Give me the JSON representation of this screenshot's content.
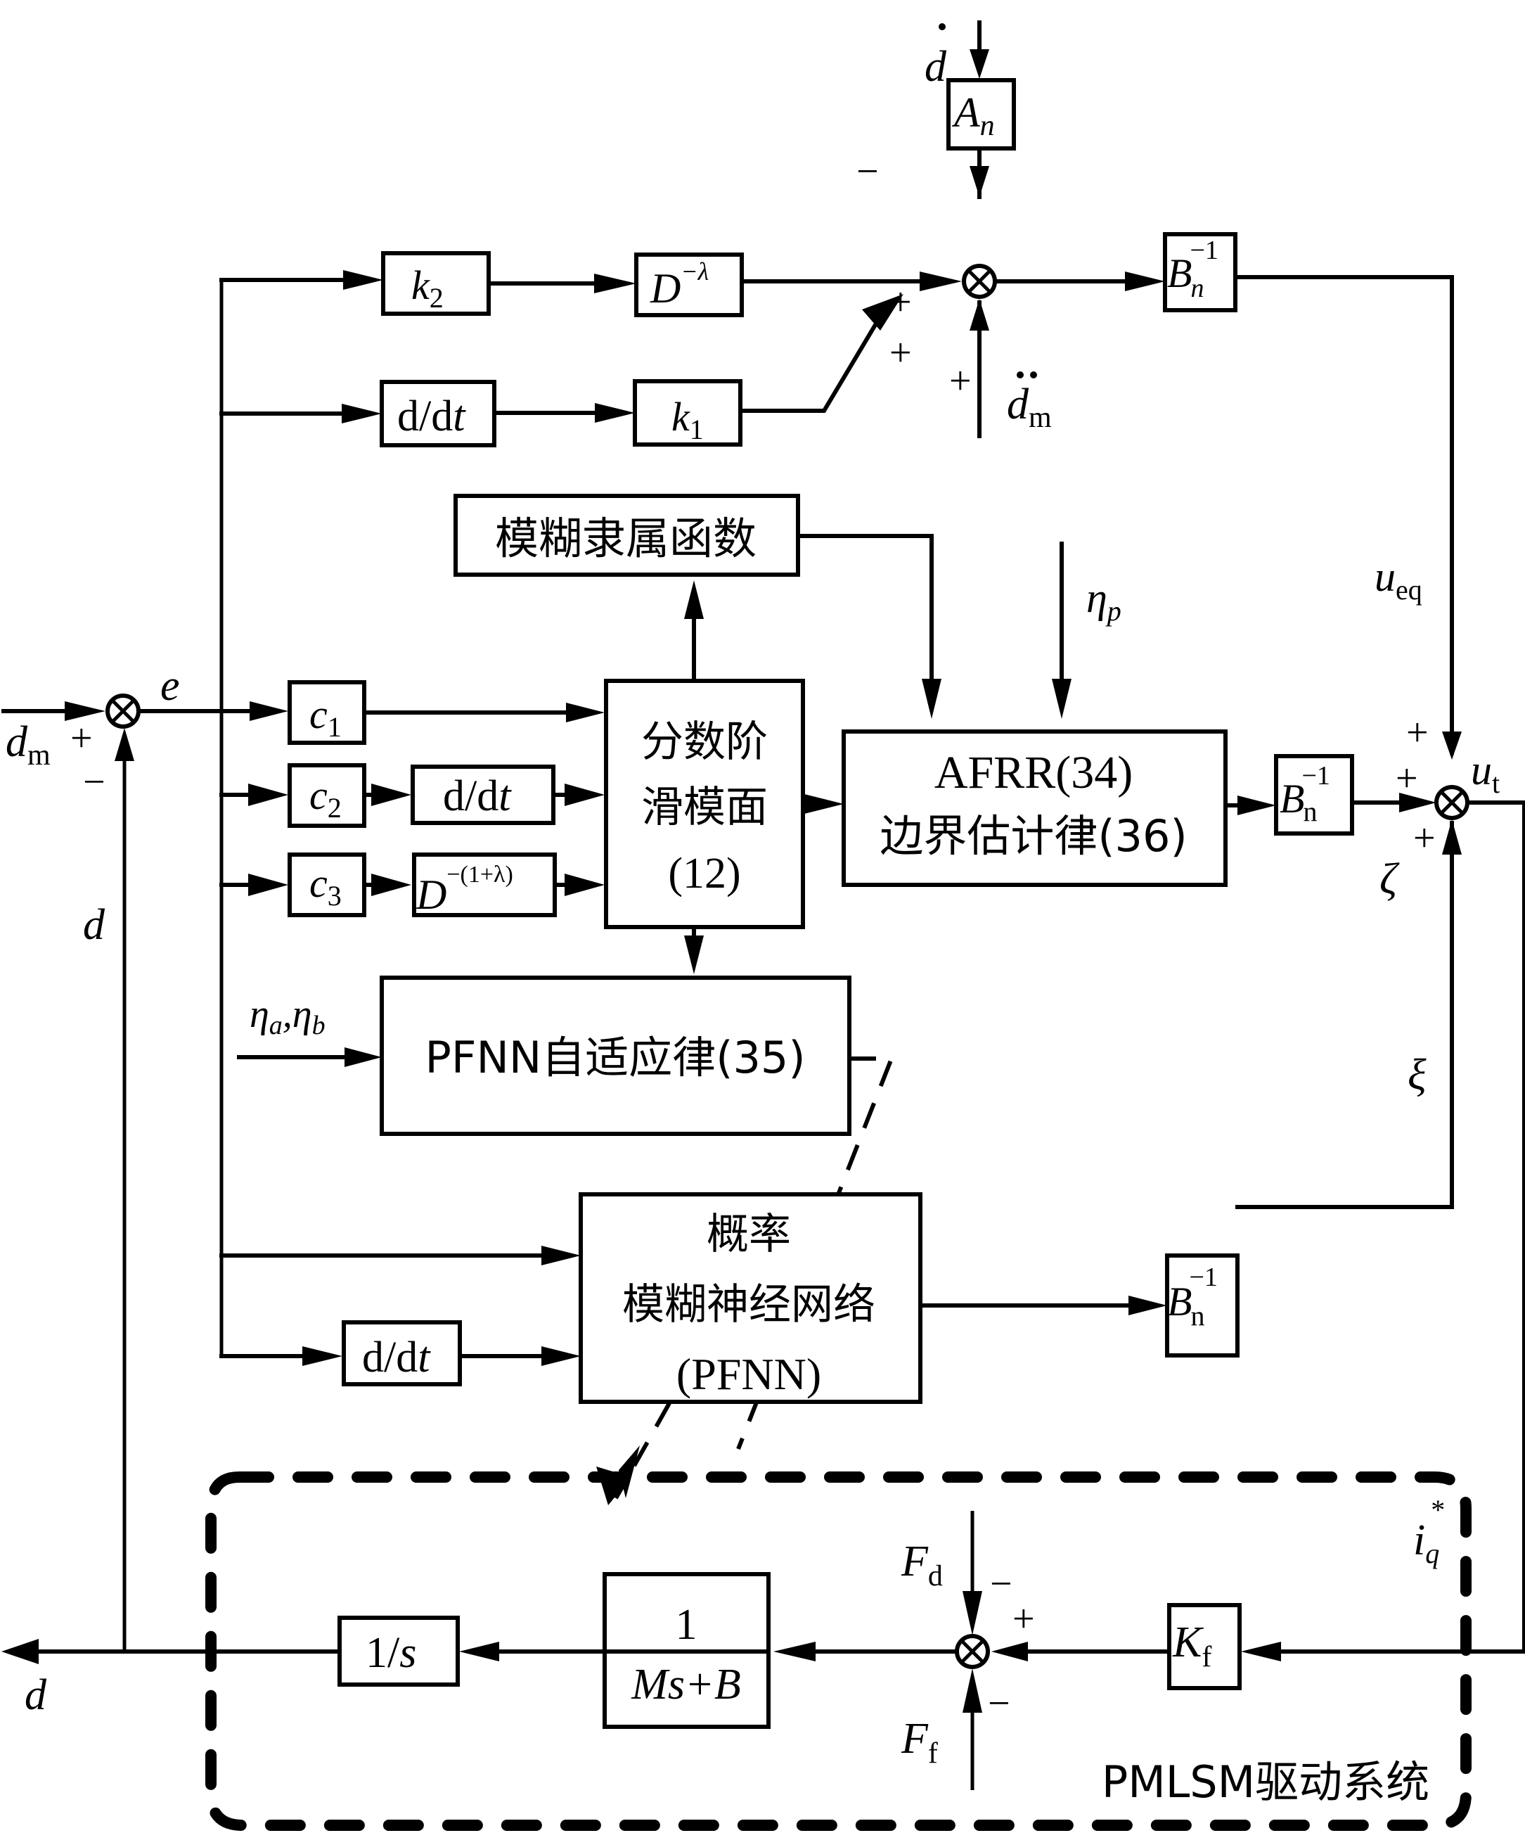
{
  "diagram": {
    "title": "PFNN-based fractional-order sliding mode control block diagram",
    "colors": {
      "stroke": "#000000",
      "background": "#ffffff"
    },
    "blocks": {
      "k2": {
        "main": "k",
        "sub": "2"
      },
      "d_neg_lambda": {
        "main": "D",
        "sup": "−λ"
      },
      "ddt_top": {
        "label": "d/d",
        "italic": "t"
      },
      "k1": {
        "main": "k",
        "sub": "1"
      },
      "An": {
        "main": "A",
        "sub": "n"
      },
      "Bn_top": {
        "main": "B",
        "sub": "n",
        "sup": "−1"
      },
      "fuzzy_membership": {
        "label": "模糊隶属函数"
      },
      "c1": {
        "main": "c",
        "sub": "1"
      },
      "c2": {
        "main": "c",
        "sub": "2"
      },
      "c3": {
        "main": "c",
        "sub": "3"
      },
      "ddt_mid": {
        "label": "d/d",
        "italic": "t"
      },
      "d_frac": {
        "main": "D",
        "sup": "−(1+λ)"
      },
      "fo_sliding_surface": {
        "line1": "分数阶",
        "line2": "滑模面",
        "line3": "(12)"
      },
      "afrr": {
        "line1": "AFRR(34)",
        "line2": "边界估计律(36)"
      },
      "Bn_mid": {
        "main": "B",
        "sub": "n",
        "sup": "−1"
      },
      "pfnn_adapt": {
        "label": "PFNN自适应律(35)"
      },
      "pfnn": {
        "line1": "概率",
        "line2": "模糊神经网络",
        "line3": "(PFNN)"
      },
      "ddt_bottom": {
        "label": "d/d",
        "italic": "t"
      },
      "Bn_bottom": {
        "main": "B",
        "sub": "n",
        "sup": "−1"
      },
      "integrator": {
        "label": "1/",
        "italic": "s"
      },
      "plant": {
        "num": "1",
        "den": "Ms+B"
      },
      "Kf": {
        "main": "K",
        "sub": "f"
      }
    },
    "signals": {
      "d_dot": "d",
      "dm_ddot": {
        "main": "d",
        "sub": "m"
      },
      "dm_input": {
        "main": "d",
        "sub": "m"
      },
      "error": "e",
      "feedback_d": "d",
      "output_d": "d",
      "eta_p": {
        "main": "η",
        "sub": "p"
      },
      "eta_ab": {
        "a": "η",
        "a_sub": "a",
        "sep": ",",
        "b": "η",
        "b_sub": "b"
      },
      "u_eq": {
        "main": "u",
        "sub": "eq"
      },
      "u_t": {
        "main": "u",
        "sub": "t"
      },
      "zeta": "ζ",
      "xi": "ξ",
      "iq_star": {
        "main": "i",
        "sub": "q",
        "sup": "*"
      },
      "Fd": {
        "main": "F",
        "sub": "d"
      },
      "Ff": {
        "main": "F",
        "sub": "f"
      }
    },
    "signs": {
      "plus": "+",
      "minus": "−"
    },
    "subsystem_label": "PMLSM驱动系统"
  }
}
